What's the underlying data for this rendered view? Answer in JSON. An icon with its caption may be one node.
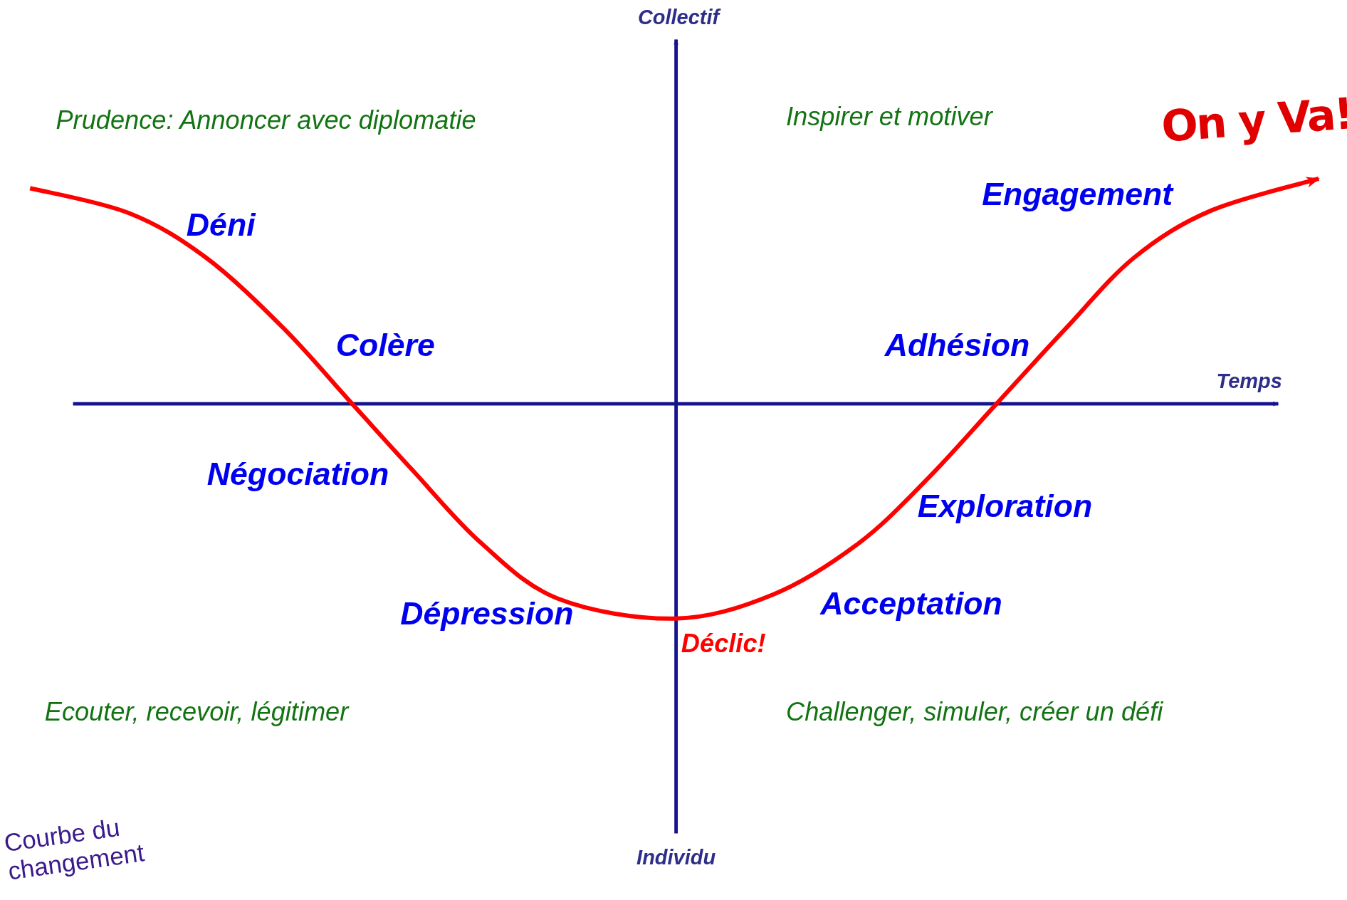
{
  "diagram": {
    "caption": "Courbe du changement",
    "labels": [
      "Collectif",
      "Prudence: Annoncer avec diplomatie",
      "Inspirer et motiver",
      "On y Va!",
      "Engagement",
      "Déni",
      "Colère",
      "Adhésion",
      "Temps",
      "Négociation",
      "Exploration",
      "Dépression",
      "Acceptation",
      "Déclic!",
      "Ecouter, recevoir, légitimer",
      "Challenger, simuler, créer un défi",
      "Individu"
    ]
  }
}
